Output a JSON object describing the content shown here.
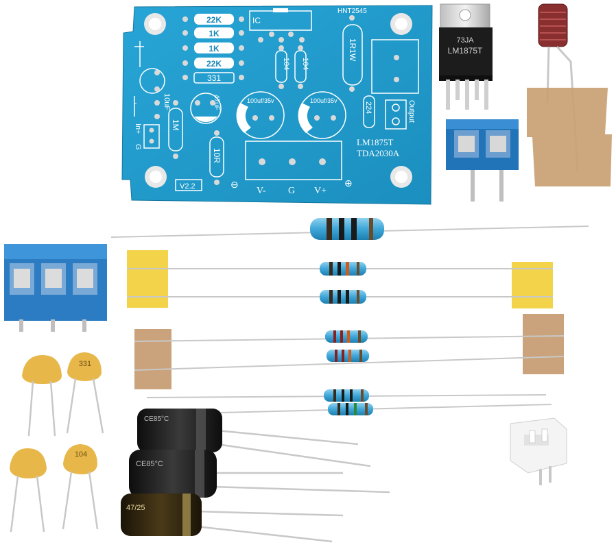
{
  "pcb": {
    "labels": {
      "r1": "22K",
      "r2": "1K",
      "r3": "1K",
      "r4": "22K",
      "cap331": "331",
      "ic": "IC",
      "batch": "HNT2545",
      "r1w": "1R1W",
      "c104a": "104",
      "c104b": "104",
      "c10u": "10uF",
      "r1m": "1M",
      "c47u": "47uF",
      "c100a": "100uf/35v",
      "c100b": "100uf/35v",
      "c224": "224",
      "output": "Output",
      "in_plus": "In+",
      "g_in": "G",
      "minus_a": "-",
      "r10": "10R",
      "chip1": "LM1875T",
      "chip2": "TDA2030A",
      "version": "V2.2",
      "minus_b": "⊖",
      "v_minus": "V-",
      "g_pow": "G",
      "v_plus": "V+",
      "plus": "⊕"
    },
    "colors": {
      "board": "#1f9bc9",
      "silk": "#ffffff",
      "pad": "#d9d9d9"
    }
  },
  "ic_chip": {
    "line1": "73JA",
    "line2": "LM1875T"
  },
  "ceramic_caps": [
    {
      "label": ""
    },
    {
      "label": "331"
    },
    {
      "label": ""
    },
    {
      "label": "104"
    }
  ],
  "electrolytic_caps": [
    {
      "label": "CE85°C"
    },
    {
      "label": "CE85°C"
    },
    {
      "label": "47/25"
    }
  ],
  "icons": {
    "terminal_2pin": "screw-terminal-2pin",
    "terminal_3pin": "screw-terminal-3pin",
    "inductor": "inductor",
    "connector": "jst-connector"
  }
}
